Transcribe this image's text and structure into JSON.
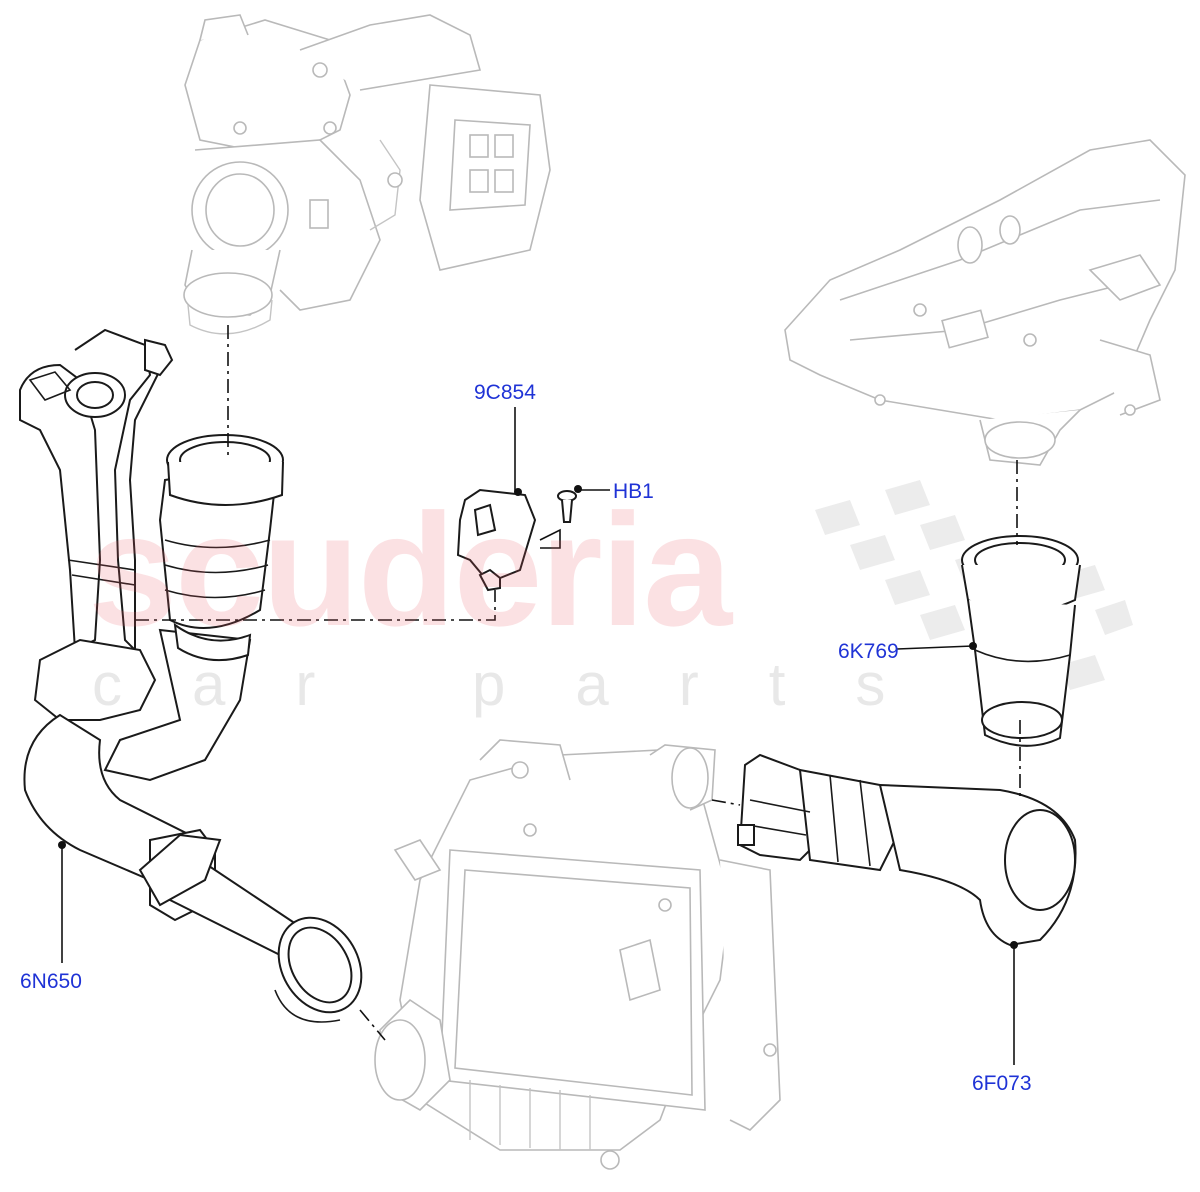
{
  "watermark": {
    "title": "scuderia",
    "subtitle": "car parts"
  },
  "labels": {
    "p9C854": "9C854",
    "pHB1": "HB1",
    "p6K769": "6K769",
    "p6N650": "6N650",
    "p6F073": "6F073"
  }
}
